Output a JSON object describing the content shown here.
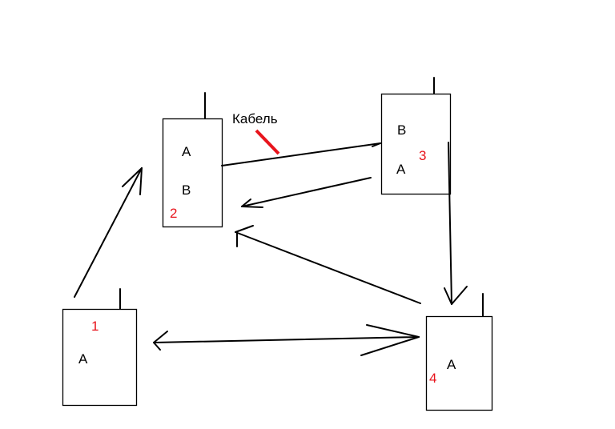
{
  "colors": {
    "line": "#000000",
    "accent": "#e8141c"
  },
  "cable_label": "Кабель",
  "nodes": [
    {
      "number": "1",
      "labels": [
        "A"
      ]
    },
    {
      "number": "2",
      "labels": [
        "A",
        "B"
      ]
    },
    {
      "number": "3",
      "labels": [
        "B",
        "A"
      ]
    },
    {
      "number": "4",
      "labels": [
        "A"
      ]
    }
  ]
}
